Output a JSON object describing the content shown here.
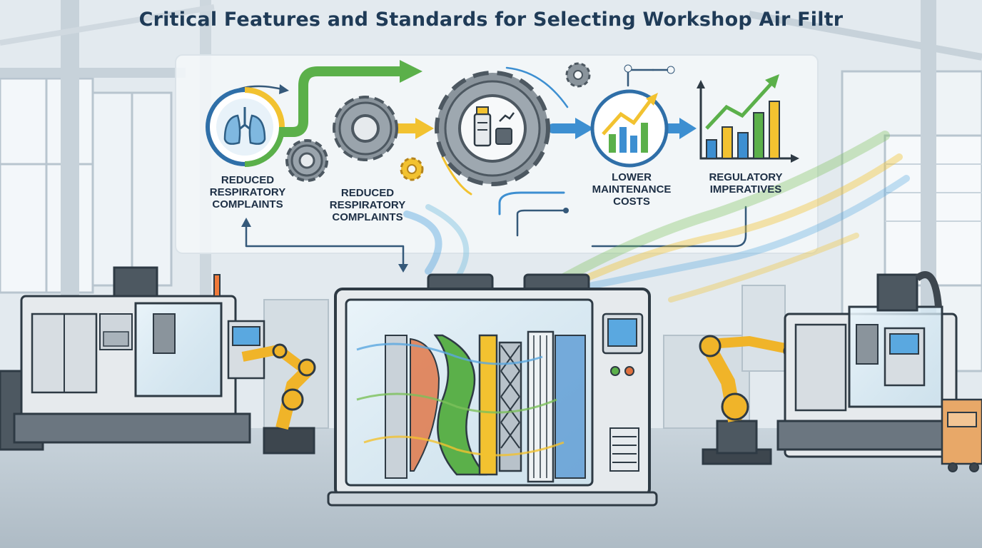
{
  "title": "Critical Features and Standards for Selecting Workshop Air Filtr",
  "stages": [
    {
      "label_lines": [
        "Reduced",
        "Respiratory",
        "Complaints"
      ],
      "icon": "lungs-icon"
    },
    {
      "label_lines": [
        "Reduced",
        "Respiratory",
        "Complaints"
      ],
      "icon": "gear-icon"
    },
    {
      "label_lines": [],
      "icon": "gear-filter-icon"
    },
    {
      "label_lines": [
        "Lower",
        "Maintenance",
        "Costs"
      ],
      "icon": "chart-gauge-icon"
    },
    {
      "label_lines": [
        "Regulatory",
        "Imperatives"
      ],
      "icon": "bar-chart-icon"
    }
  ],
  "colors": {
    "title": "#1f3b57",
    "green_arrow": "#5bb04a",
    "yellow_arrow": "#f2c230",
    "blue_arrow": "#3d8fd1",
    "panel": "#f4f7f9",
    "gear": "#8a949c",
    "robot_arm": "#f0b429",
    "machine": "#e6eaed"
  }
}
